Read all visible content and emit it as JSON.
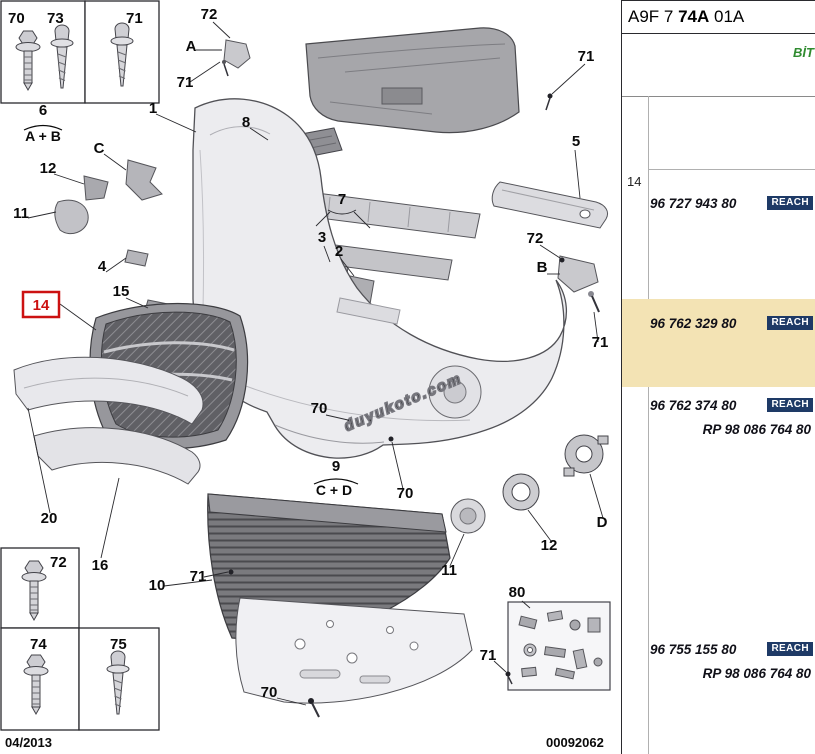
{
  "panel": {
    "header": {
      "prefix": "A9F 7 ",
      "bold": "74A",
      "suffix": " 01A"
    },
    "corner_note": "BİT",
    "item_number": "14",
    "badge_label": "REACH",
    "rows": [
      {
        "ref": "96 727 943 80"
      },
      {
        "ref": "96 762 329 80"
      },
      {
        "ref": "96 762 374 80"
      },
      {
        "rp": "RP 98 086 764 80"
      },
      {
        "ref": "96 755 155 80"
      },
      {
        "rp": "RP 98 086 764 80"
      }
    ],
    "colors": {
      "highlight": "#f3e3b4",
      "badge_bg": "#1e3a66",
      "note_green": "#2f8b2f"
    }
  },
  "diagram": {
    "watermark": "duyukoto.com",
    "selected_callout": "14",
    "colors": {
      "selected_box": "#cc1111"
    },
    "footer": {
      "date": "04/2013",
      "doc_number": "00092062"
    },
    "callouts": [
      {
        "label": "70"
      },
      {
        "label": "73"
      },
      {
        "label": "71"
      },
      {
        "label": "72"
      },
      {
        "label": "A"
      },
      {
        "label": "71"
      },
      {
        "label": "1"
      },
      {
        "label": "8"
      },
      {
        "label": "71"
      },
      {
        "label": "5"
      },
      {
        "label": "72"
      },
      {
        "label": "B"
      },
      {
        "label": "71"
      },
      {
        "label": "6"
      },
      {
        "label": "A + B"
      },
      {
        "label": "C"
      },
      {
        "label": "12"
      },
      {
        "label": "11"
      },
      {
        "label": "4"
      },
      {
        "label": "14"
      },
      {
        "label": "15"
      },
      {
        "label": "7"
      },
      {
        "label": "3"
      },
      {
        "label": "2"
      },
      {
        "label": "70"
      },
      {
        "label": "9"
      },
      {
        "label": "C + D"
      },
      {
        "label": "70"
      },
      {
        "label": "20"
      },
      {
        "label": "16"
      },
      {
        "label": "10"
      },
      {
        "label": "71"
      },
      {
        "label": "11"
      },
      {
        "label": "12"
      },
      {
        "label": "D"
      },
      {
        "label": "80"
      },
      {
        "label": "71"
      },
      {
        "label": "70"
      },
      {
        "label": "72"
      },
      {
        "label": "74"
      },
      {
        "label": "75"
      }
    ]
  }
}
